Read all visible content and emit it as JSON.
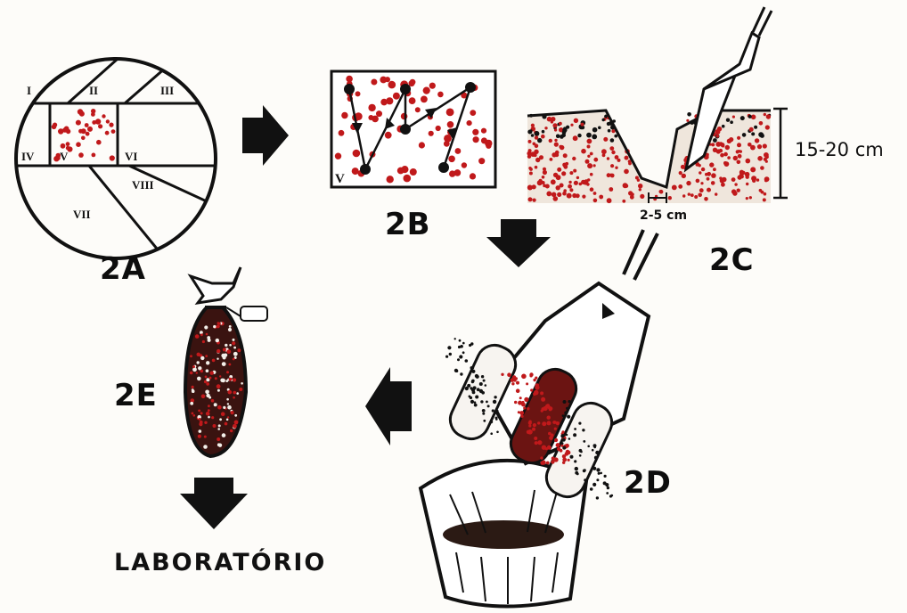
{
  "colors": {
    "ink": "#111111",
    "soil": "#c0191b",
    "paper": "#fdfcf9"
  },
  "steps": {
    "a": {
      "label": "2A",
      "field_numbers": [
        "I",
        "II",
        "III",
        "IV",
        "V",
        "VI",
        "VII",
        "VIII"
      ]
    },
    "b": {
      "label": "2B",
      "field_number": "V"
    },
    "c": {
      "label": "2C",
      "depth": "15-20 cm",
      "width": "2-5 cm"
    },
    "d": {
      "label": "2D"
    },
    "e": {
      "label": "2E"
    }
  },
  "final": {
    "label": "LABORATÓRIO"
  }
}
